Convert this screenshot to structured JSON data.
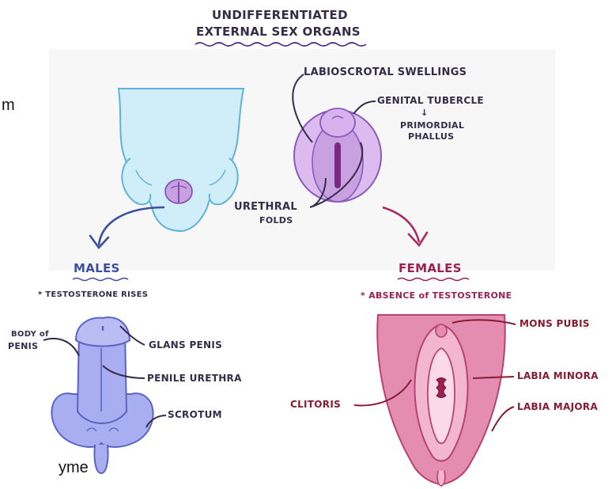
{
  "colors": {
    "ink": "#352c4a",
    "male_blue": "#3c4ea0",
    "female_magenta": "#9a2150",
    "label_crimson": "#861b33",
    "embryo_fill": "#cfeef9",
    "tubercle_fill": "#c9a0e0",
    "male_organ_fill": "#a9aef0",
    "female_organ_fill": "#e48db1"
  },
  "header": {
    "title_line1": "UNDIFFERENTIATED",
    "title_line2": "EXTERNAL SEX ORGANS"
  },
  "undifferentiated_labels": {
    "labioscrotal": "LABIOSCROTAL SWELLINGS",
    "genital_tubercle": "GENITAL TUBERCLE",
    "arrow": "↓",
    "primordial_line1": "PRIMORDIAL",
    "primordial_line2": "PHALLUS",
    "urethral_line1": "URETHRAL",
    "urethral_line2": "FOLDS"
  },
  "males": {
    "heading": "MALES",
    "note": "* TESTOSTERONE RISES",
    "labels": {
      "body_line1": "BODY of",
      "body_line2": "PENIS",
      "glans": "GLANS PENIS",
      "urethra": "PENILE URETHRA",
      "scrotum": "SCROTUM"
    }
  },
  "females": {
    "heading": "FEMALES",
    "note": "* ABSENCE of TESTOSTERONE",
    "labels": {
      "mons": "MONS PUBIS",
      "minora": "LABIA MINORA",
      "majora": "LABIA MAJORA",
      "clitoris": "CLITORIS"
    }
  },
  "edge_text": {
    "top_left_fragment": "m",
    "bottom_left_fragment": "yme"
  },
  "icons": [
    "embryo-icon",
    "genital-tubercle-icon",
    "male-genitalia-icon",
    "female-genitalia-icon"
  ]
}
